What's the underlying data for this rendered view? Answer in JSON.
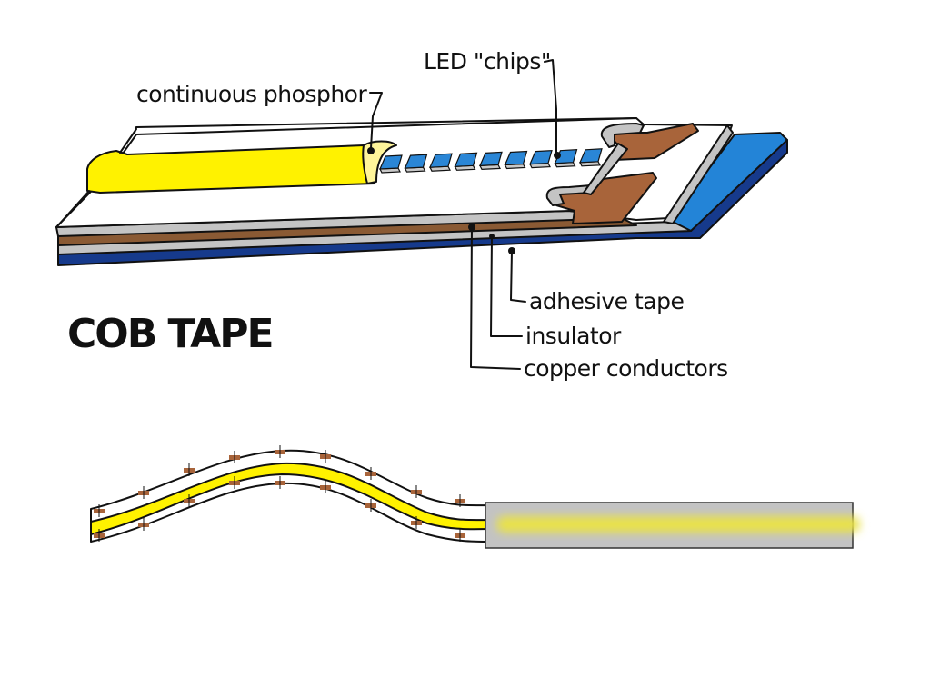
{
  "diagram": {
    "title": "COB TAPE",
    "labels": {
      "phosphor": "continuous phosphor",
      "chips": "LED \"chips\"",
      "adhesive": "adhesive tape",
      "insulator": "insulator",
      "copper": "copper conductors"
    },
    "colors": {
      "phosphor": "#fff200",
      "phosphor_cut": "#fff59a",
      "chip": "#2a86d6",
      "chip_edge": "#c8c8c8",
      "copper": "#8a5a34",
      "copper_pad": "#a8643a",
      "insulator": "#c4c4c4",
      "adhesive_top": "#2384d7",
      "adhesive_side": "#163a8c",
      "diffuser": "#c3c3c3",
      "glow": "#e9e24a"
    },
    "chip_count": 9,
    "components": [
      "continuous-phosphor-layer",
      "led-chip-row",
      "copper-solder-pads",
      "white-circuit-board",
      "insulator-layer",
      "copper-conductor-layer",
      "adhesive-tape-layer",
      "bent-cob-strip",
      "diffuser-channel"
    ]
  }
}
